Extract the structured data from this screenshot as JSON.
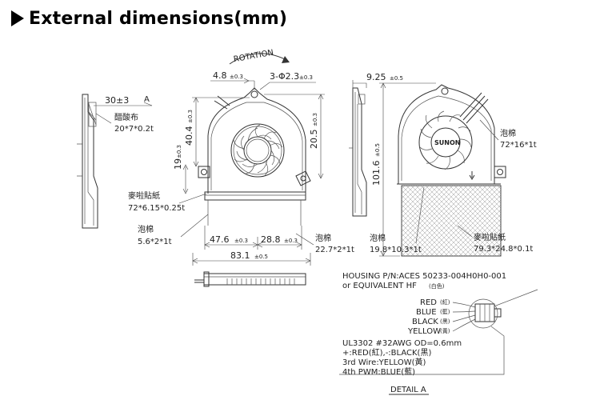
{
  "title": "External dimensions(mm)",
  "labels": {
    "rotation": "ROTATION",
    "dim_4_8": "4.8",
    "tol_4_8": "±0.3",
    "dim_holes": "3-Φ2.3",
    "tol_holes": "±0.3",
    "dim_30": "30±3",
    "point_a": "A",
    "mesh_cloth": "醋酸布",
    "mesh_size": "20*7*0.2t",
    "dim_40_4": "40.4",
    "tol_40_4": "±0.3",
    "dim_20_5": "20.5",
    "tol_20_5": "±0.3",
    "dim_19": "19",
    "tol_19": "±0.3",
    "mylar_left": "麥啦貼紙",
    "mylar_left_size": "72*6.15*0.25t",
    "foam_left": "泡棉",
    "foam_left_size": "5.6*2*1t",
    "dim_47_6": "47.6",
    "tol_47_6": "±0.3",
    "dim_28_8": "28.8",
    "tol_28_8": "±0.3",
    "foam_mid": "泡棉",
    "foam_mid_size": "22.7*2*1t",
    "dim_83_1": "83.1",
    "tol_83_1": "±0.5",
    "dim_9_25": "9.25",
    "tol_9_25": "±0.5",
    "dim_101_6": "101.6",
    "tol_101_6": "±0.5",
    "foam_right_top": "泡棉",
    "foam_right_top_size": "72*16*1t",
    "brand": "SUNON",
    "foam_right_bot": "泡棉",
    "foam_right_bot_size": "19.8*10.3*1t",
    "mylar_right": "麥啦貼紙",
    "mylar_right_size": "79.3*24.8*0.1t",
    "housing_line1": "HOUSING P/N:ACES 50233-004H0H0-001",
    "housing_line2": "or EQUIVALENT HF",
    "housing_note": "(白色)",
    "wire_red": "RED",
    "wire_red_cn": "(紅)",
    "wire_blue": "BLUE",
    "wire_blue_cn": "(藍)",
    "wire_black": "BLACK",
    "wire_black_cn": "(黑)",
    "wire_yellow": "YELLOW",
    "wire_yellow_cn": "(黃)",
    "spec_line1": "UL3302  #32AWG  OD=0.6mm",
    "spec_line2": "+:RED(紅),-:BLACK(黑)",
    "spec_line3": "3rd  Wire:YELLOW(黃)",
    "spec_line4": "4th  PWM:BLUE(藍)",
    "detail": "DETAIL  A"
  }
}
